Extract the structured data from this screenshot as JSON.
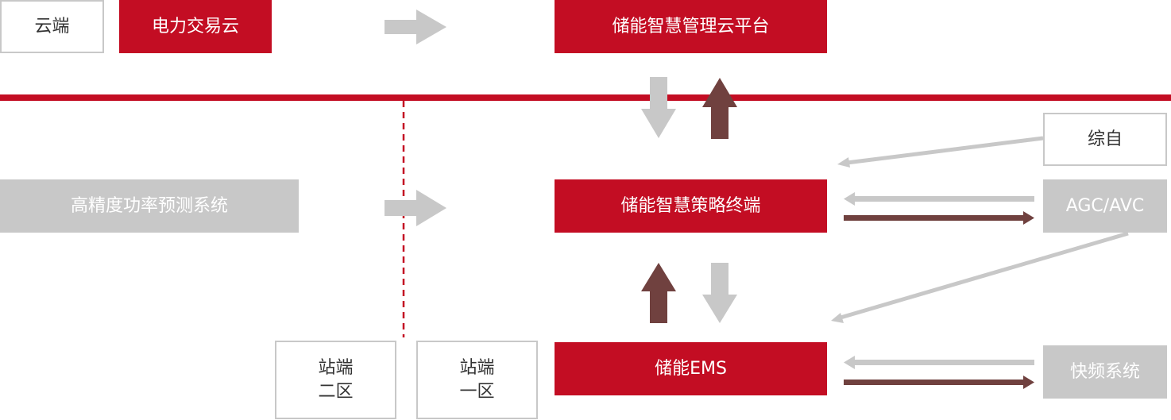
{
  "colors": {
    "red": "#c30d23",
    "grey": "#c8c8c8",
    "brown": "#70413f",
    "text": "#333333"
  },
  "cloud": {
    "tag": "云端",
    "power_trading": "电力交易云",
    "platform": "储能智慧管理云平台"
  },
  "station": {
    "forecast": "高精度功率预测系统",
    "terminal": "储能智慧策略终端",
    "ems": "储能EMS",
    "zone2": [
      "站端",
      "二区"
    ],
    "zone1": [
      "站端",
      "一区"
    ]
  },
  "external": {
    "integrated": "综自",
    "agc_avc": "AGC/AVC",
    "fast_freq": "快频系统"
  }
}
